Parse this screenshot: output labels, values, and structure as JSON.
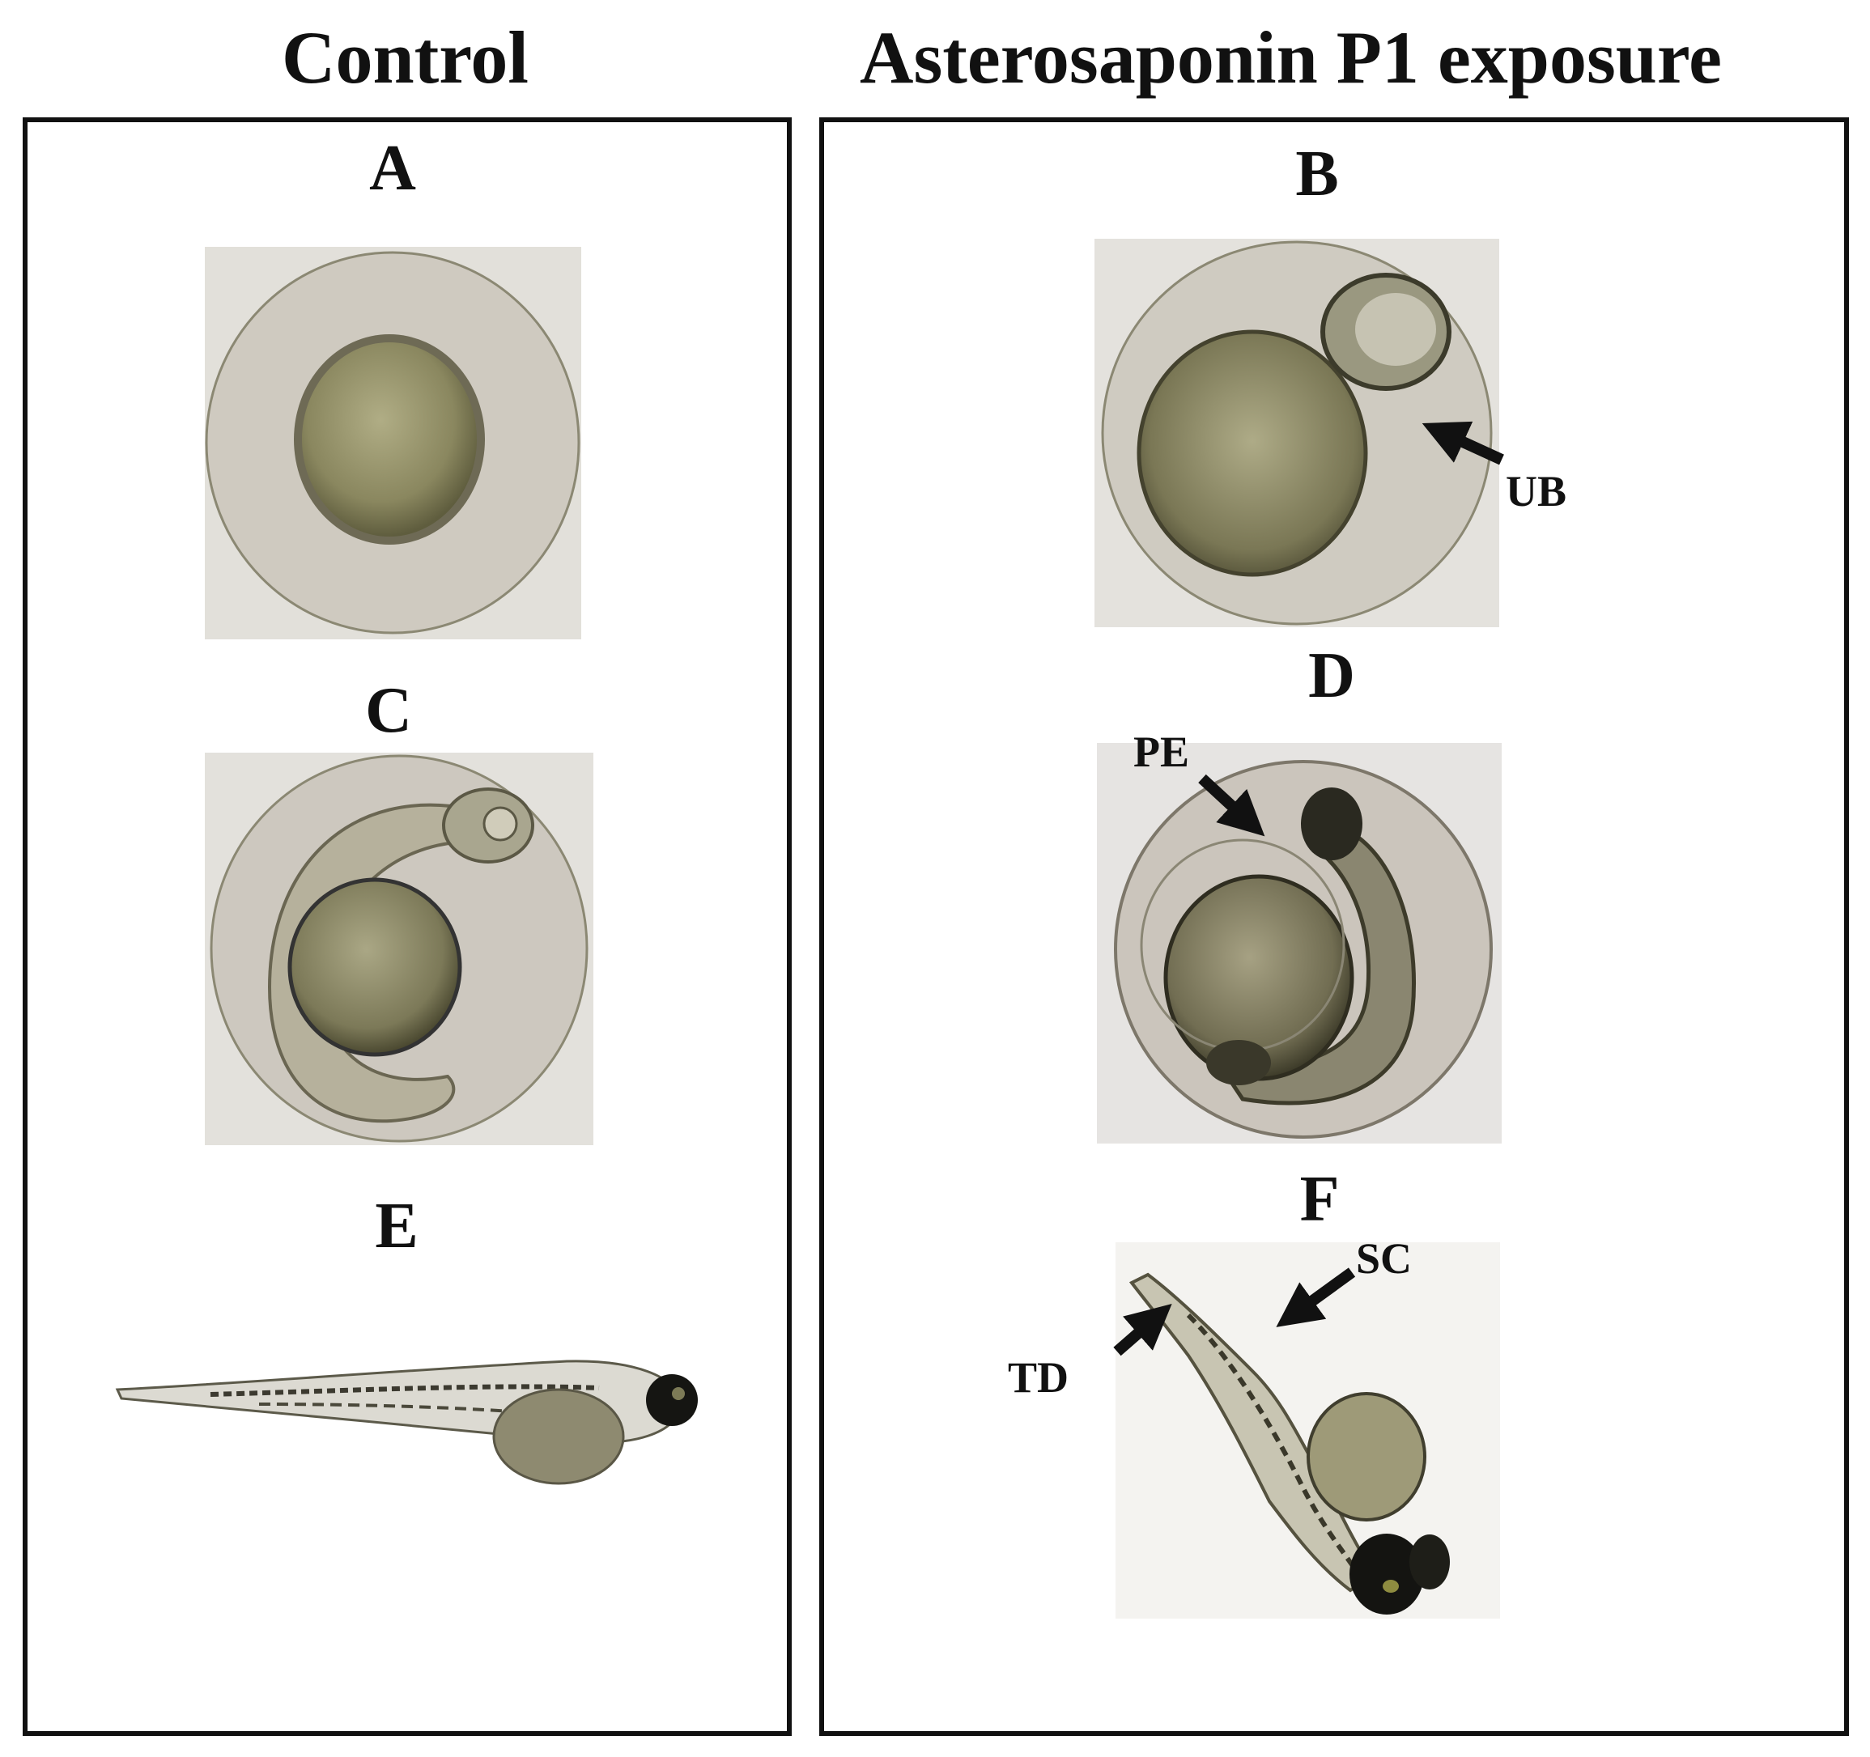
{
  "titles": {
    "control": "Control",
    "exposure": "Asterosaponin P1 exposure"
  },
  "panels": {
    "a": "A",
    "b": "B",
    "c": "C",
    "d": "D",
    "e": "E",
    "f": "F"
  },
  "annotations": {
    "ub": "UB",
    "pe": "PE",
    "sc": "SC",
    "td": "TD"
  },
  "colors": {
    "frame": "#111111",
    "background_tint": "#d9d6cc",
    "yolk": "#8d8a66"
  }
}
